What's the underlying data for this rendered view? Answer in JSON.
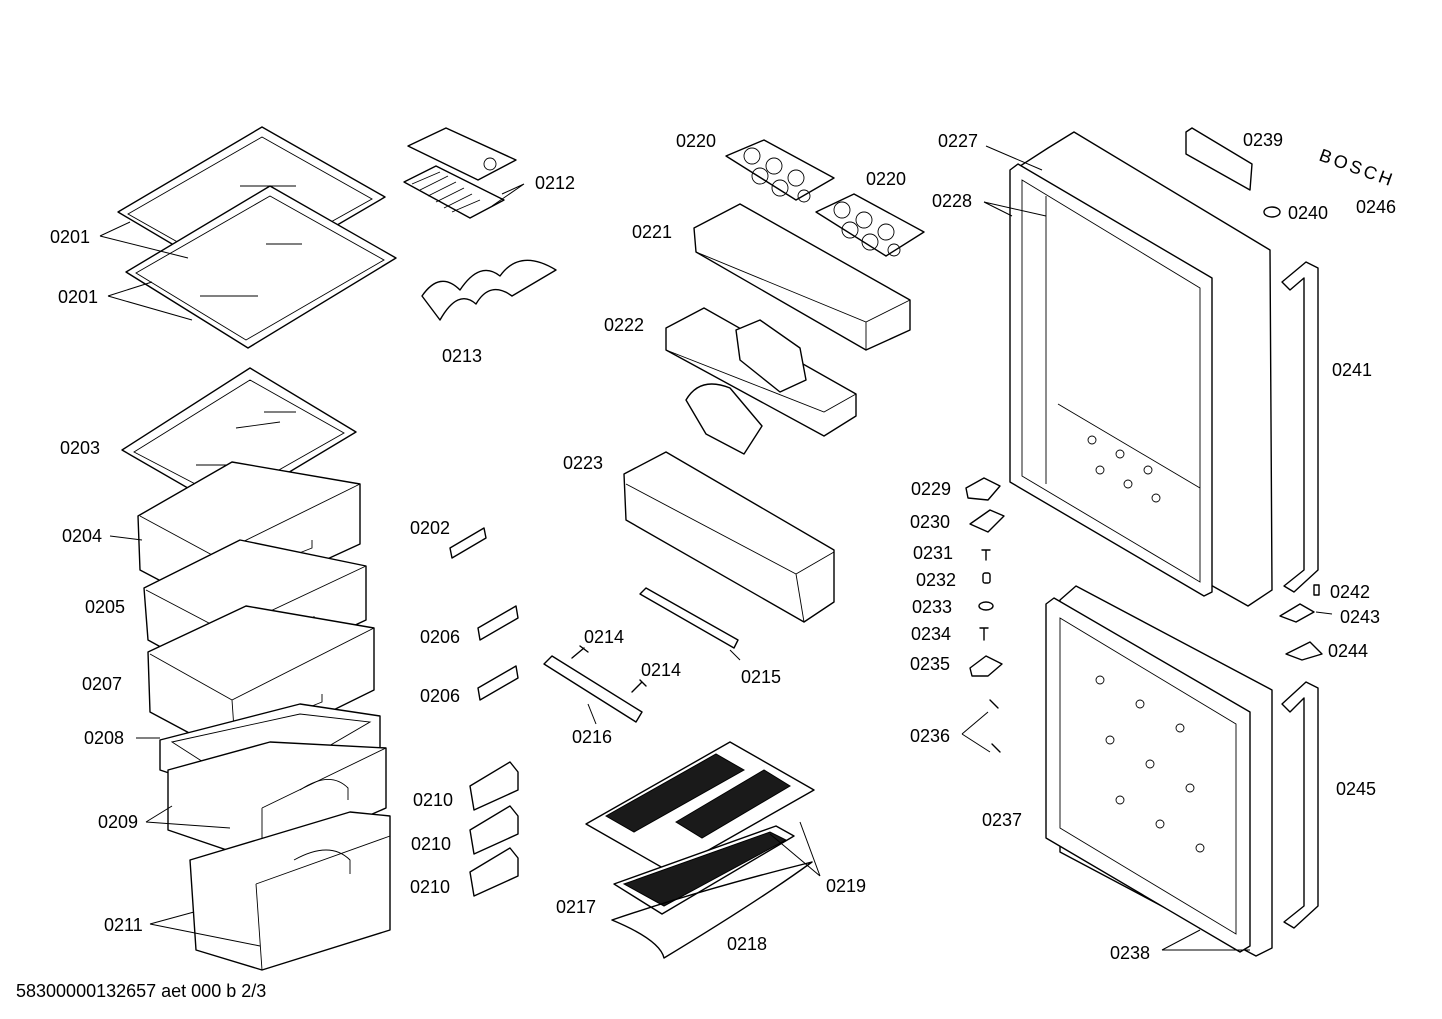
{
  "labels": {
    "l0201a": "0201",
    "l0201b": "0201",
    "l0213": "0213",
    "l0212": "0212",
    "l0203": "0203",
    "l0204": "0204",
    "l0205": "0205",
    "l0207": "0207",
    "l0208": "0208",
    "l0209": "0209",
    "l0211": "0211",
    "l0202": "0202",
    "l0206a": "0206",
    "l0206b": "0206",
    "l0210a": "0210",
    "l0210b": "0210",
    "l0210c": "0210",
    "l0220a": "0220",
    "l0220b": "0220",
    "l0221": "0221",
    "l0222": "0222",
    "l0223": "0223",
    "l0214a": "0214",
    "l0214b": "0214",
    "l0215": "0215",
    "l0216": "0216",
    "l0217": "0217",
    "l0218": "0218",
    "l0219": "0219",
    "l0227": "0227",
    "l0228": "0228",
    "l0239": "0239",
    "l0240": "0240",
    "l0246": "0246",
    "l0241": "0241",
    "l0229": "0229",
    "l0230": "0230",
    "l0231": "0231",
    "l0232": "0232",
    "l0233": "0233",
    "l0234": "0234",
    "l0235": "0235",
    "l0236": "0236",
    "l0237": "0237",
    "l0242": "0242",
    "l0243": "0243",
    "l0244": "0244",
    "l0245": "0245",
    "l0238": "0238"
  },
  "brand_mark": "BOSCH",
  "footer": "58300000132657 aet 000 b 2/3"
}
